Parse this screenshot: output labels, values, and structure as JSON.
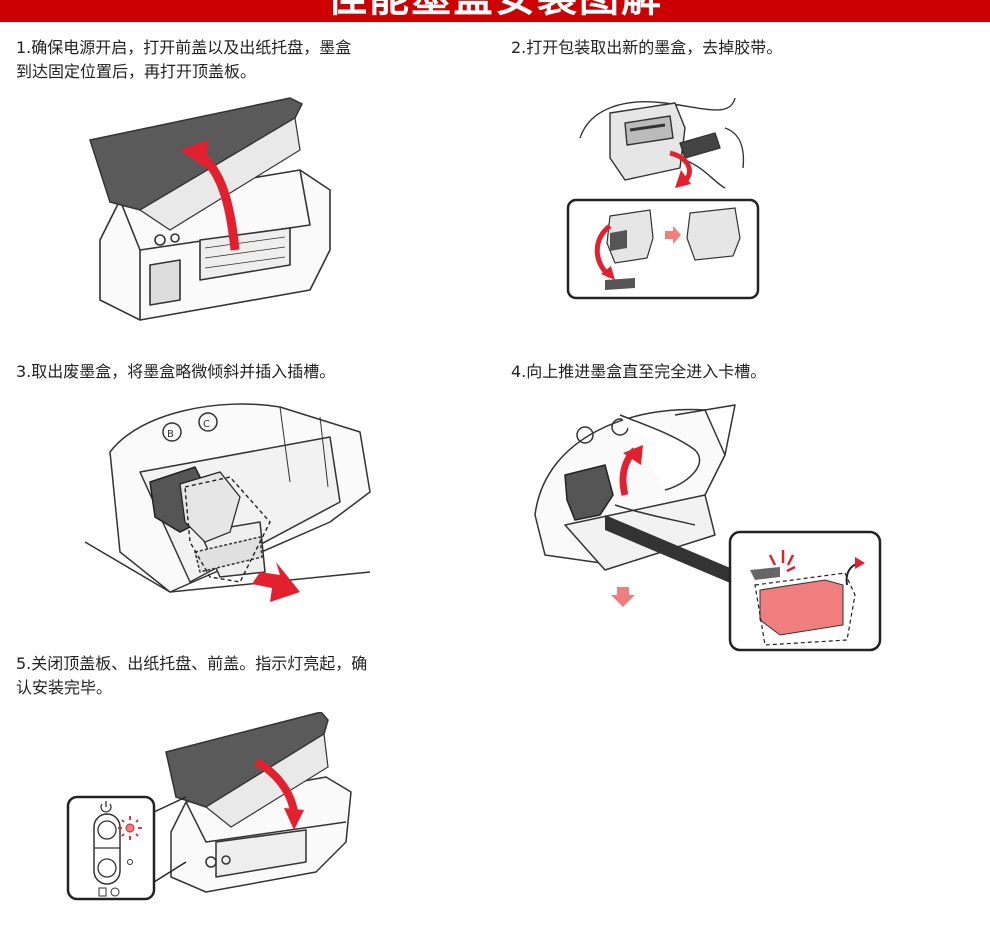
{
  "banner": {
    "title": "佳能墨盒安装图解"
  },
  "steps": [
    {
      "text": "1.确保电源开启，打开前盖以及出纸托盘，墨盒\n到达固定位置后，再打开顶盖板。"
    },
    {
      "text": "2.打开包装取出新的墨盒，去掉胶带。"
    },
    {
      "text": "3.取出废墨盒，将墨盒略微倾斜并插入插槽。"
    },
    {
      "text": "4.向上推进墨盒直至完全进入卡槽。"
    },
    {
      "text": "5.关闭顶盖板、出纸托盘、前盖。指示灯亮起，确\n认安装完毕。"
    }
  ],
  "colors": {
    "banner": "#cc0000",
    "accent_red": "#e3202e",
    "pink": "#f07e7e",
    "gray": "#5a5a5a"
  },
  "icons": [
    "power-icon",
    "ink-icon",
    "stop-icon",
    "arrow-up-icon",
    "arrow-right-icon",
    "arrow-down-icon"
  ]
}
